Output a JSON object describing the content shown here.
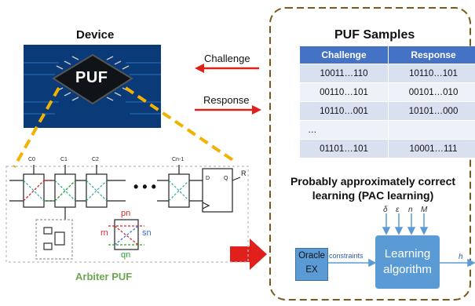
{
  "device": {
    "title": "Device",
    "chip_label": "PUF"
  },
  "arrows": {
    "challenge": "Challenge",
    "response": "Response"
  },
  "samples": {
    "title": "PUF Samples",
    "headers": [
      "Challenge",
      "Response"
    ],
    "rows": [
      [
        "10011…110",
        "10110…101"
      ],
      [
        "00110…101",
        "00101…010"
      ],
      [
        "10110…001",
        "10101…000"
      ],
      [
        "…",
        ""
      ],
      [
        "01101…101",
        "10001…111"
      ]
    ]
  },
  "pac": {
    "title_line1": "Probably approximately correct",
    "title_line2": "learning (PAC learning)",
    "oracle_line1": "Oracle",
    "oracle_line2": "EX",
    "constraints": "constraints",
    "learn_line1": "Learning",
    "learn_line2": "algorithm",
    "h": "h",
    "params": [
      "δ",
      "ε",
      "n",
      "M"
    ]
  },
  "arbiter": {
    "caption": "Arbiter PUF",
    "stage_labels": [
      "C0",
      "C1",
      "C2",
      "Cn-1"
    ],
    "dots": "• • •",
    "r_label": "R",
    "d_label": "D",
    "q_label": "Q",
    "p_label": "pn",
    "q2_label": "qn",
    "r2_label": "rn",
    "s_label": "sn"
  },
  "colors": {
    "accent_blue": "#4472c4",
    "arrow_red": "#e0201b",
    "dash_gold": "#f2b200",
    "caption_green": "#6aa84f"
  }
}
